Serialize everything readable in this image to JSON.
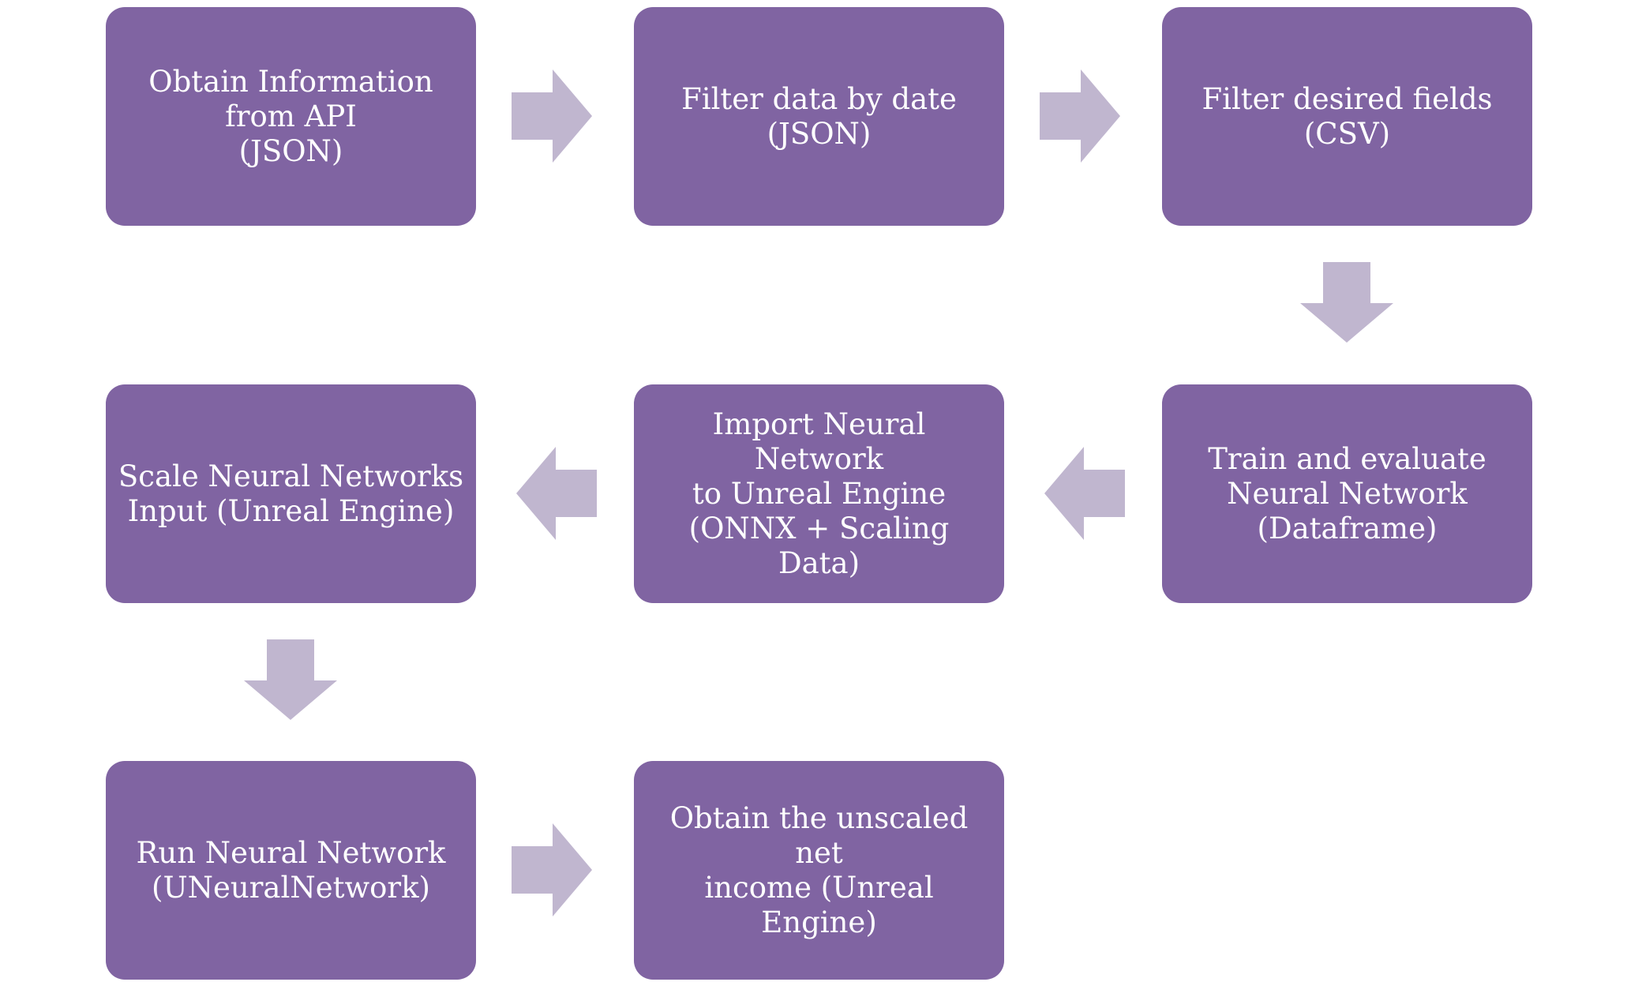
{
  "flowchart": {
    "steps": [
      {
        "text": "Obtain Information\nfrom API\n(JSON)"
      },
      {
        "text": "Filter data by date\n(JSON)"
      },
      {
        "text": "Filter desired fields\n(CSV)"
      },
      {
        "text": "Train and evaluate\nNeural Network\n(Dataframe)"
      },
      {
        "text": "Import Neural Network\nto Unreal Engine\n(ONNX + Scaling Data)"
      },
      {
        "text": "Scale Neural Networks\nInput (Unreal Engine)"
      },
      {
        "text": "Run Neural Network\n(UNeuralNetwork)"
      },
      {
        "text": "Obtain the unscaled net\nincome (Unreal Engine)"
      }
    ],
    "colors": {
      "box_fill": "#8064a2",
      "box_text": "#ffffff",
      "arrow_fill": "#c0b6cf"
    }
  }
}
